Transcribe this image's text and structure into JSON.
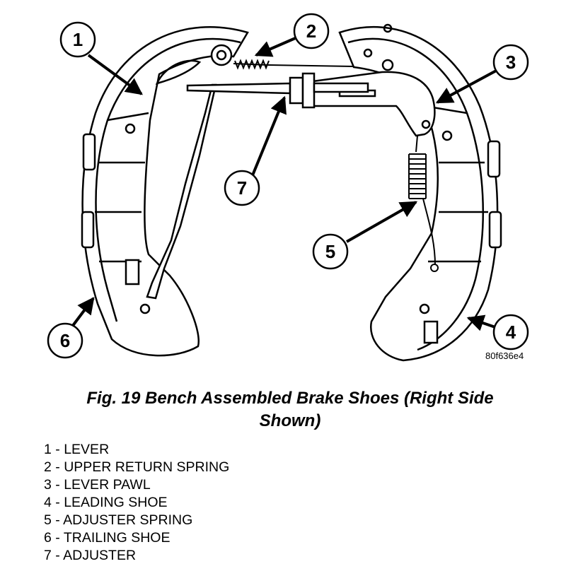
{
  "figure": {
    "code": "80f636e4",
    "callouts": [
      "1",
      "2",
      "3",
      "4",
      "5",
      "6",
      "7"
    ]
  },
  "caption": {
    "line1": "Fig. 19 Bench Assembled Brake Shoes (Right Side",
    "line2": "Shown)"
  },
  "legend": [
    {
      "num": "1",
      "label": "LEVER"
    },
    {
      "num": "2",
      "label": "UPPER RETURN SPRING"
    },
    {
      "num": "3",
      "label": "LEVER PAWL"
    },
    {
      "num": "4",
      "label": "LEADING SHOE"
    },
    {
      "num": "5",
      "label": "ADJUSTER SPRING"
    },
    {
      "num": "6",
      "label": "TRAILING SHOE"
    },
    {
      "num": "7",
      "label": "ADJUSTER"
    }
  ]
}
